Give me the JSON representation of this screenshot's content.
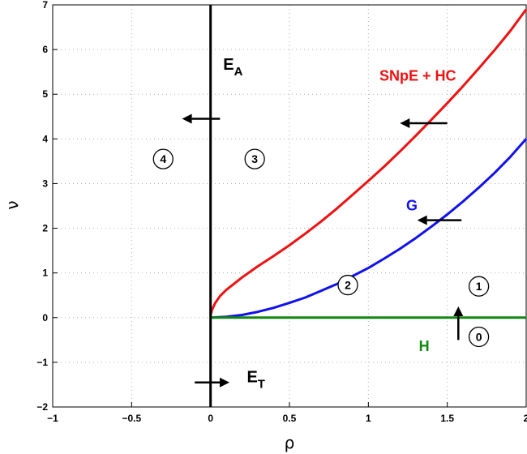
{
  "chart_data": {
    "type": "line",
    "xlabel": "ρ",
    "ylabel": "ν",
    "xlim": [
      -1,
      2
    ],
    "ylim": [
      -2,
      7
    ],
    "grid": true,
    "x_ticks": [
      -1,
      -0.5,
      0,
      0.5,
      1,
      1.5,
      2
    ],
    "x_tick_labels": [
      "−1",
      "−0.5",
      "0",
      "0.5",
      "1",
      "1.5",
      "2"
    ],
    "y_ticks": [
      -2,
      -1,
      0,
      1,
      2,
      3,
      4,
      5,
      6,
      7
    ],
    "y_tick_labels": [
      "−2",
      "−1",
      "0",
      "1",
      "2",
      "3",
      "4",
      "5",
      "6",
      "7"
    ],
    "series": [
      {
        "name": "SNpE + HC",
        "color": "#ee1111",
        "x": [
          0,
          0.01,
          0.03,
          0.06,
          0.1,
          0.2,
          0.3,
          0.4,
          0.5,
          0.6,
          0.7,
          0.8,
          0.9,
          1.0,
          1.1,
          1.2,
          1.3,
          1.4,
          1.5,
          1.6,
          1.7,
          1.8,
          1.9,
          2.0
        ],
        "y": [
          0.05,
          0.18,
          0.33,
          0.48,
          0.62,
          0.9,
          1.15,
          1.38,
          1.62,
          1.88,
          2.15,
          2.44,
          2.75,
          3.06,
          3.38,
          3.72,
          4.07,
          4.43,
          4.8,
          5.18,
          5.58,
          5.99,
          6.42,
          6.9
        ]
      },
      {
        "name": "G",
        "color": "#1111ee",
        "x": [
          0,
          0.1,
          0.2,
          0.3,
          0.4,
          0.5,
          0.6,
          0.7,
          0.8,
          0.9,
          1.0,
          1.1,
          1.2,
          1.3,
          1.4,
          1.5,
          1.6,
          1.7,
          1.8,
          1.9,
          2.0
        ],
        "y": [
          0,
          0.02,
          0.06,
          0.13,
          0.22,
          0.33,
          0.45,
          0.6,
          0.75,
          0.93,
          1.11,
          1.32,
          1.54,
          1.78,
          2.04,
          2.31,
          2.6,
          2.91,
          3.24,
          3.6,
          4.0
        ]
      },
      {
        "name": "H",
        "color": "#118811",
        "x": [
          0,
          2
        ],
        "y": [
          0,
          0
        ]
      },
      {
        "name": "E_A",
        "color": "#000000",
        "x": [
          0,
          0
        ],
        "y": [
          -2,
          7
        ]
      }
    ],
    "annotations": [
      {
        "id": "label-snpe",
        "text": "SNpE  + HC",
        "x": 1.07,
        "y": 5.3,
        "color": "#ee1111",
        "size": 18
      },
      {
        "id": "label-g",
        "text": "G",
        "x": 1.24,
        "y": 2.4,
        "color": "#1111ee",
        "size": 18
      },
      {
        "id": "label-h",
        "text": "H",
        "x": 1.32,
        "y": -0.75,
        "color": "#118811",
        "size": 18
      },
      {
        "id": "label-ea",
        "text": "E",
        "sub": "A",
        "x": 0.08,
        "y": 5.55,
        "color": "#000000",
        "size": 20
      },
      {
        "id": "label-et",
        "text": "E",
        "sub": "T",
        "x": 0.23,
        "y": -1.45,
        "color": "#000000",
        "size": 20
      }
    ],
    "regions": [
      {
        "id": "region-0",
        "text": "0",
        "x": 1.7,
        "y": -0.43
      },
      {
        "id": "region-1",
        "text": "1",
        "x": 1.7,
        "y": 0.7
      },
      {
        "id": "region-2",
        "text": "2",
        "x": 0.87,
        "y": 0.73
      },
      {
        "id": "region-3",
        "text": "3",
        "x": 0.28,
        "y": 3.55
      },
      {
        "id": "region-4",
        "text": "4",
        "x": -0.3,
        "y": 3.55
      }
    ],
    "arrows": [
      {
        "id": "arrow-snpe",
        "from": [
          1.5,
          4.35
        ],
        "to": [
          1.2,
          4.35
        ]
      },
      {
        "id": "arrow-ea",
        "from": [
          0.06,
          4.45
        ],
        "to": [
          -0.18,
          4.45
        ]
      },
      {
        "id": "arrow-g",
        "from": [
          1.59,
          2.18
        ],
        "to": [
          1.31,
          2.18
        ]
      },
      {
        "id": "arrow-h",
        "from": [
          1.57,
          -0.5
        ],
        "to": [
          1.57,
          0.25
        ]
      },
      {
        "id": "arrow-et",
        "from": [
          -0.1,
          -1.45
        ],
        "to": [
          0.12,
          -1.45
        ]
      }
    ]
  }
}
